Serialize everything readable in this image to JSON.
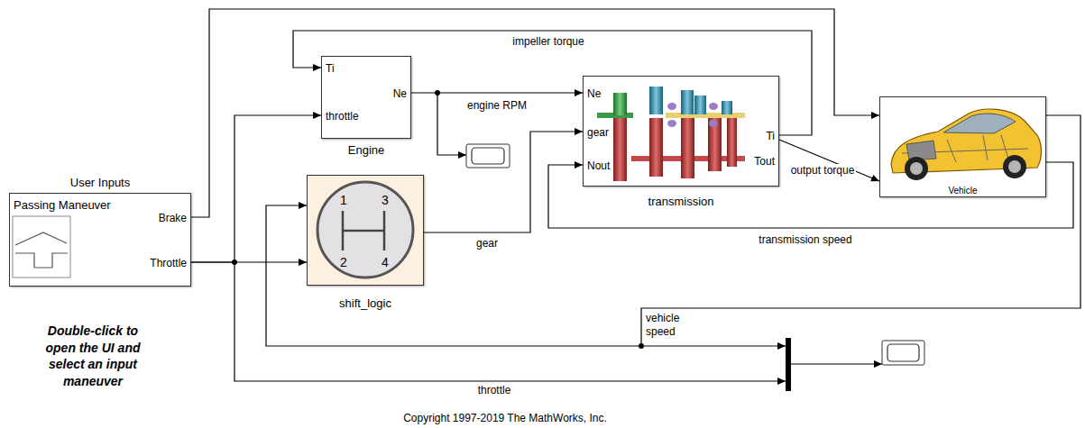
{
  "diagram": {
    "nodes": [
      {
        "text": [
          "User Inputs",
          "Passing Maneuver",
          "Brake",
          "Throttle"
        ]
      },
      {
        "text": [
          "Ti",
          "throttle",
          "Ne",
          "Engine"
        ]
      },
      {
        "text": [
          "1",
          "3",
          "2",
          "4",
          "shift_logic"
        ]
      },
      {
        "text": [
          "Ne",
          "gear",
          "Nout",
          "Ti",
          "Tout",
          "transmission"
        ]
      },
      {
        "text": [
          "Vehicle"
        ]
      }
    ],
    "edges": [
      {
        "from": 0,
        "to": 4,
        "arrow": "to"
      },
      {
        "from": 0,
        "to": 1,
        "arrow": "to"
      },
      {
        "from": 0,
        "to": 2,
        "arrow": "to"
      },
      {
        "from": 1,
        "to": 3,
        "label": "engine RPM",
        "arrow": "to"
      },
      {
        "from": 3,
        "to": 1,
        "label": "impeller torque",
        "arrow": "to"
      },
      {
        "from": 2,
        "to": 3,
        "label": "gear",
        "arrow": "to"
      },
      {
        "from": 3,
        "to": 4,
        "label": "output torque",
        "arrow": "to"
      },
      {
        "from": 4,
        "to": 3,
        "label": "transmission speed",
        "arrow": "to"
      },
      {
        "from": 4,
        "to": 2,
        "label": "vehicle speed",
        "arrow": "to"
      }
    ],
    "labels": [
      "Double-click to open the UI and select an input maneuver",
      "throttle",
      "Copyright 1997-2019 The MathWorks, Inc."
    ]
  }
}
